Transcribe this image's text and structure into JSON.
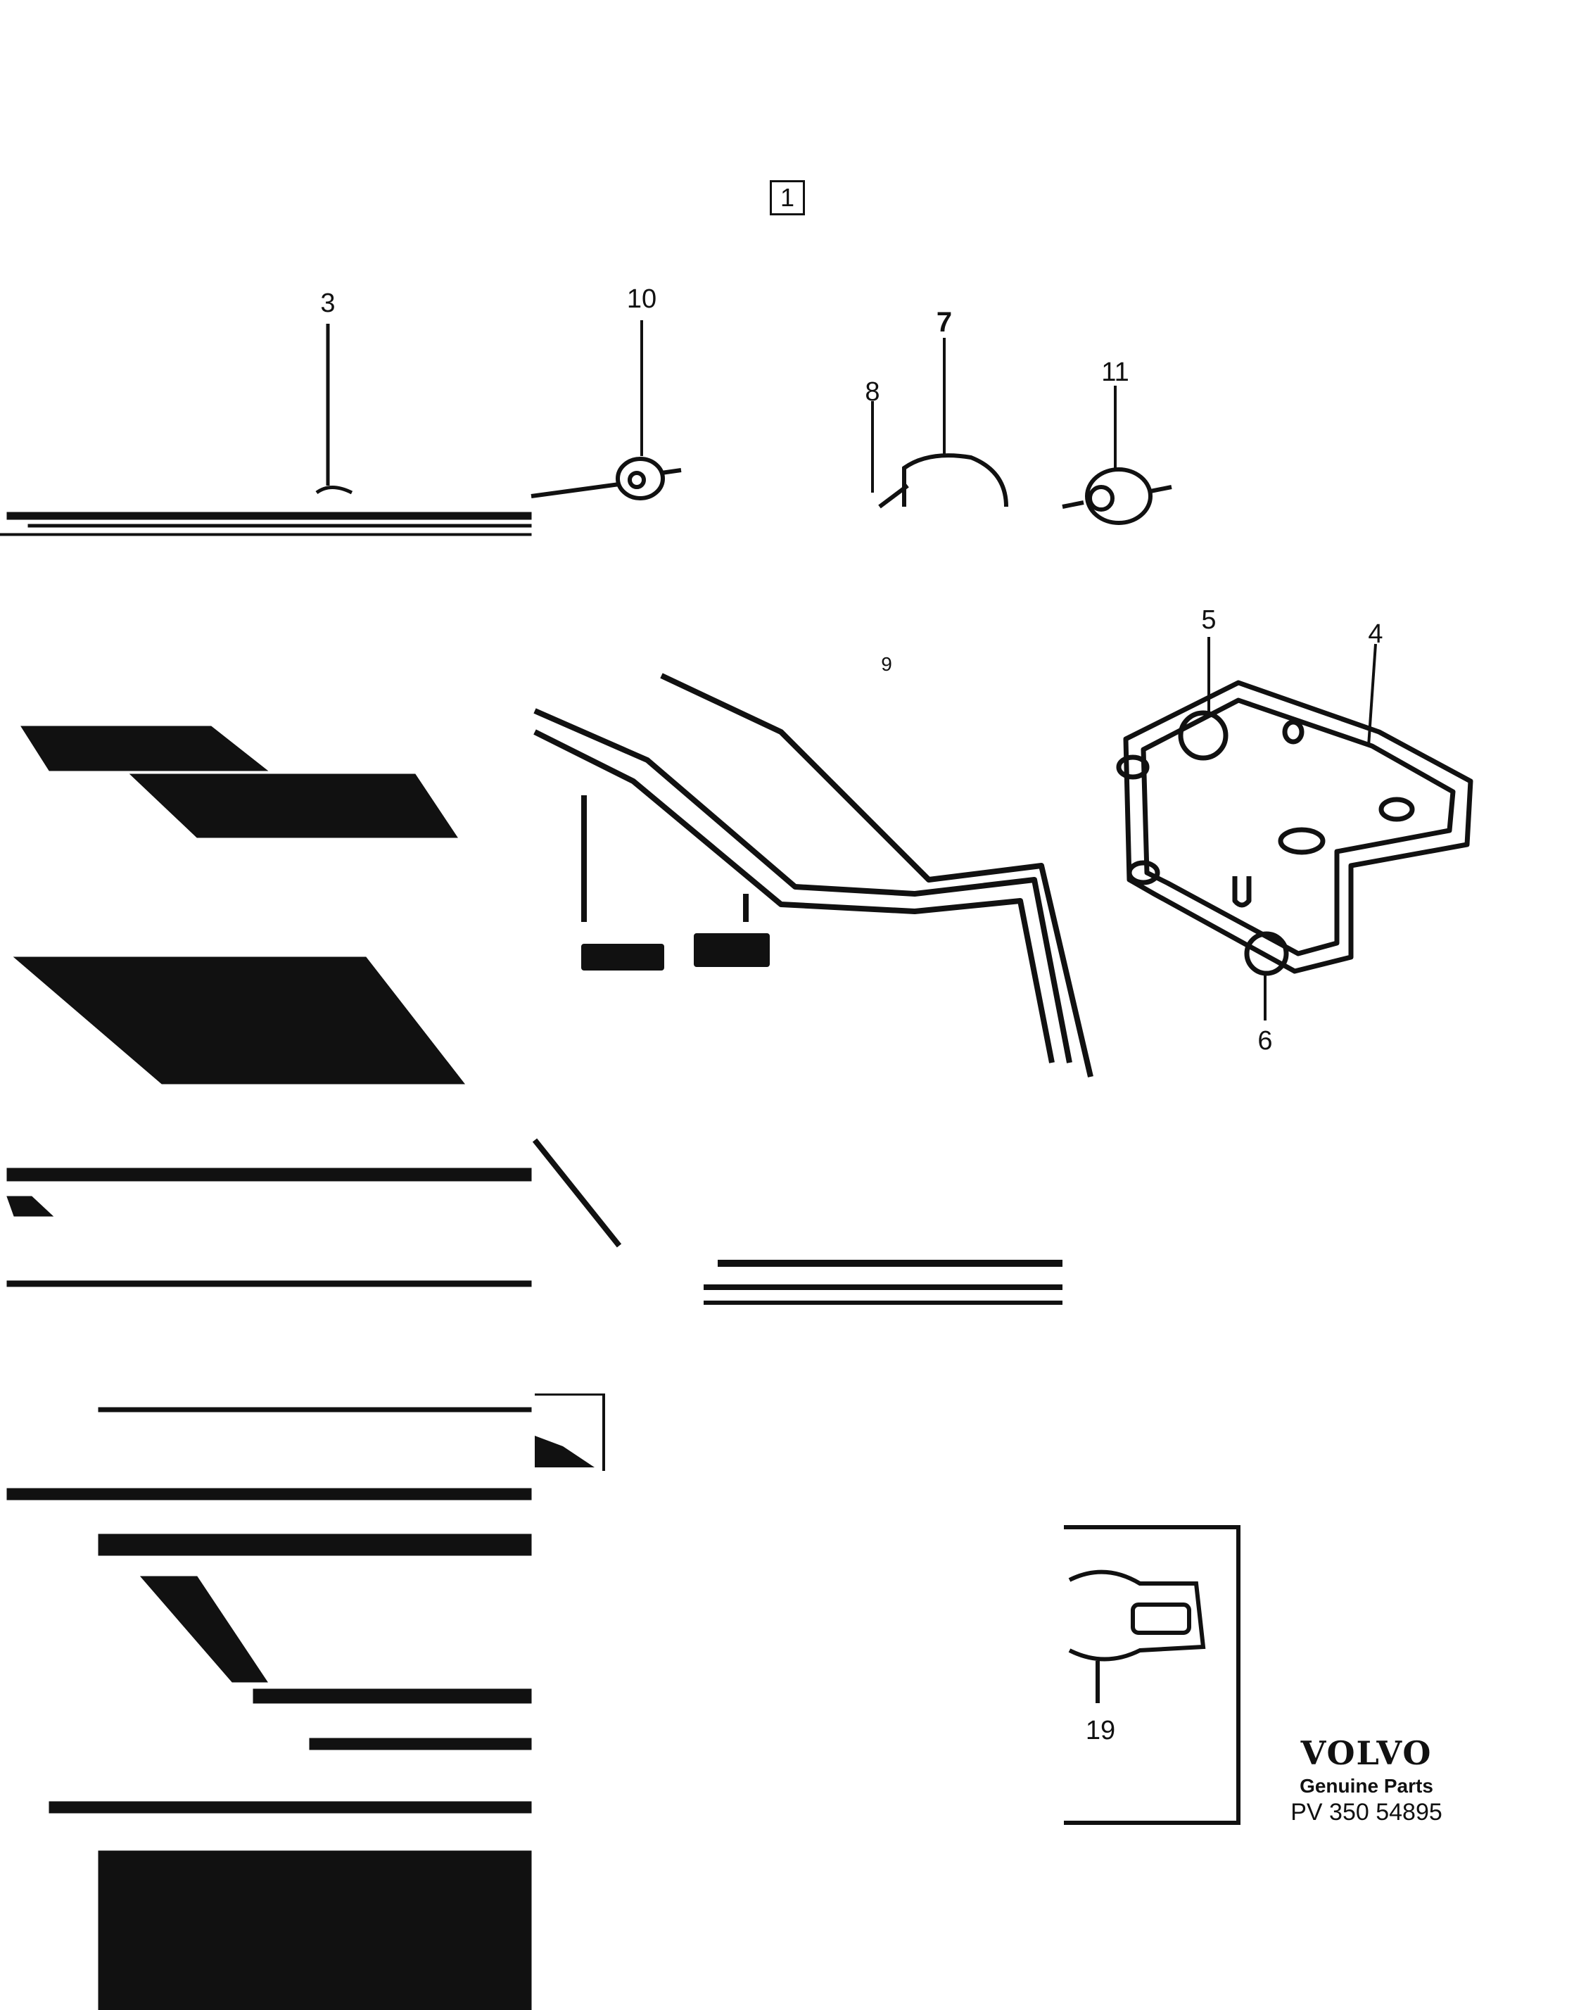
{
  "figure": {
    "section_number": "1",
    "callouts": [
      {
        "id": "c3",
        "label": "3"
      },
      {
        "id": "c10",
        "label": "10"
      },
      {
        "id": "c7",
        "label": "7"
      },
      {
        "id": "c8",
        "label": "8"
      },
      {
        "id": "c11",
        "label": "11"
      },
      {
        "id": "c9",
        "label": "9"
      },
      {
        "id": "c5",
        "label": "5"
      },
      {
        "id": "c4",
        "label": "4"
      },
      {
        "id": "c6",
        "label": "6"
      },
      {
        "id": "c19",
        "label": "19"
      }
    ]
  },
  "brand": {
    "logo": "VOLVO",
    "tagline": "Genuine Parts",
    "part_number": "PV 350 54895"
  },
  "colors": {
    "ink": "#111111",
    "paper": "#ffffff"
  }
}
